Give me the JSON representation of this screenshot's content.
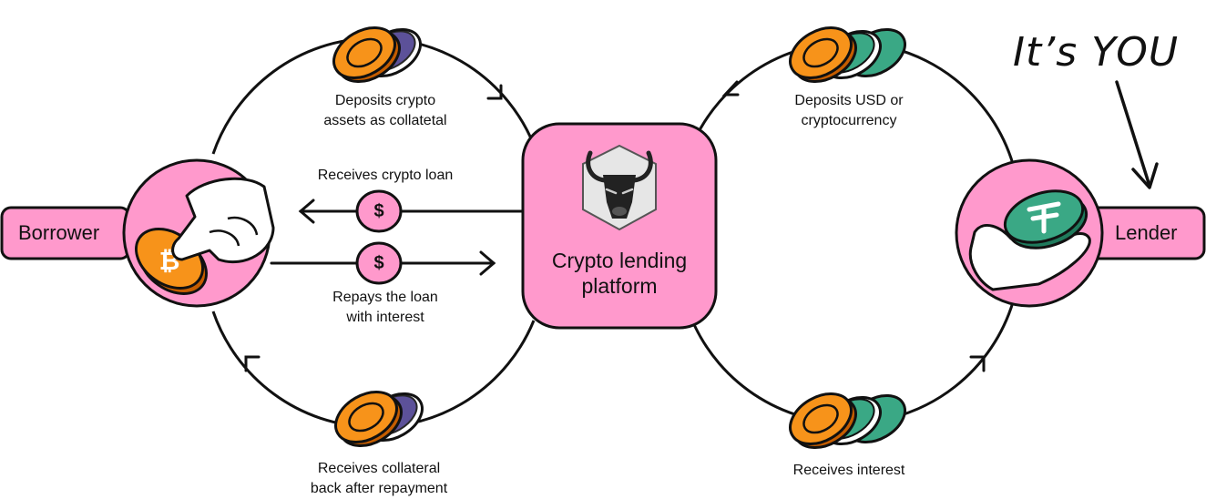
{
  "colors": {
    "pink": "#ff99cc",
    "line": "#111111",
    "coin_orange": "#f7931a",
    "coin_green": "#3aa885",
    "coin_purple": "#4b3f8f"
  },
  "borrower": {
    "label": "Borrower",
    "icon": "finger-pressing-bitcoin-coin-icon"
  },
  "lender": {
    "label": "Lender",
    "icon": "hand-holding-tether-coin-icon"
  },
  "platform": {
    "line1": "Crypto lending",
    "line2": "platform",
    "icon": "bull-logo-icon"
  },
  "annotation": {
    "text": "It’s YOU"
  },
  "flows": {
    "borrower_deposit": {
      "line1": "Deposits crypto",
      "line2": "assets as collatetal"
    },
    "receives_loan": {
      "line1": "Receives crypto loan"
    },
    "repays_loan": {
      "line1": "Repays the loan",
      "line2": "with interest"
    },
    "receives_collateral": {
      "line1": "Receives collateral",
      "line2": "back after repayment"
    },
    "lender_deposit": {
      "line1": "Deposits USD or",
      "line2": "cryptocurrency"
    },
    "receives_interest": {
      "line1": "Receives interest"
    }
  },
  "dollar_symbol": "$"
}
